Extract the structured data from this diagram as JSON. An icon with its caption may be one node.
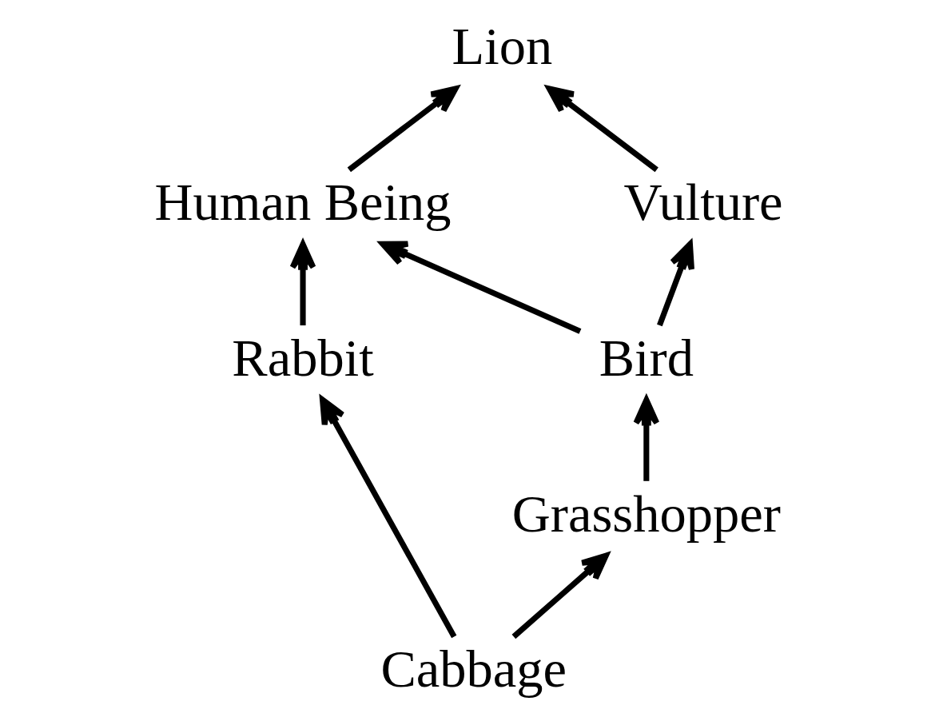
{
  "diagram": {
    "nodes": [
      {
        "text": [
          "Vulture"
        ]
      },
      {
        "text": [
          "Lion"
        ]
      },
      {
        "text": [
          "Bird"
        ]
      },
      {
        "text": [
          "Human Being"
        ]
      },
      {
        "text": [
          "Rabbit"
        ]
      },
      {
        "text": [
          "Grasshopper"
        ]
      },
      {
        "text": [
          "Cabbage"
        ]
      }
    ],
    "edges": [
      {
        "from": 0,
        "to": 1,
        "arrow": "to"
      },
      {
        "from": 3,
        "to": 1,
        "arrow": "to"
      },
      {
        "from": 2,
        "to": 0,
        "arrow": "to"
      },
      {
        "from": 2,
        "to": 3,
        "arrow": "to"
      },
      {
        "from": 4,
        "to": 3,
        "arrow": "to"
      },
      {
        "from": 5,
        "to": 2,
        "arrow": "to"
      },
      {
        "from": 6,
        "to": 5,
        "arrow": "to"
      },
      {
        "from": 6,
        "to": 4,
        "arrow": "to"
      }
    ]
  }
}
